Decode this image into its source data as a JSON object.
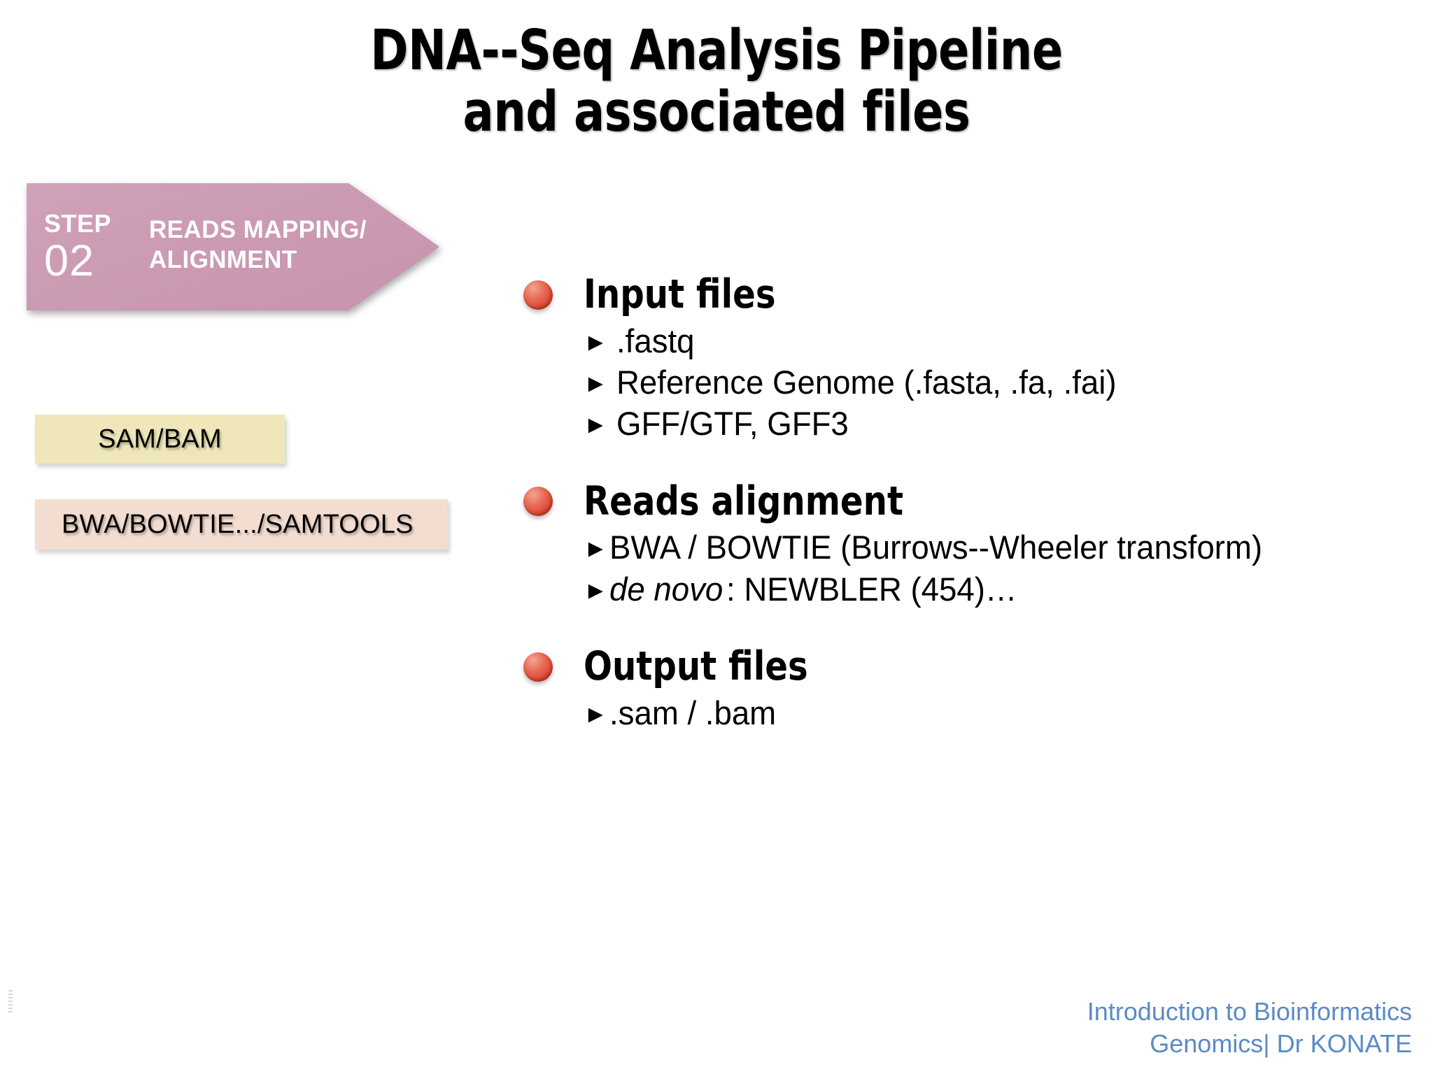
{
  "slide": {
    "title_lines": [
      "DNA--Seq Analysis Pipeline",
      "and associated files"
    ],
    "background_color": "#ffffff"
  },
  "step_banner": {
    "step_word": "STEP",
    "step_number": "02",
    "step_title_lines": [
      "READS MAPPING/",
      "ALIGNMENT"
    ],
    "fill_color": "#cb9ab3",
    "text_color": "#ffffff"
  },
  "tags": [
    {
      "label": "SAM/BAM",
      "color": "#efe7ba"
    },
    {
      "label": "BWA/BOWTIE.../SAMTOOLS",
      "color": "#f3ddd0"
    }
  ],
  "content": {
    "groups": [
      {
        "title": "Input files",
        "items": [
          {
            "marker": "►",
            "text": ".fastq"
          },
          {
            "marker": "►",
            "text": "Reference Genome (.fasta, .fa, .fai)"
          },
          {
            "marker": "►",
            "text": "GFF/GTF, GFF3"
          }
        ]
      },
      {
        "title": "Reads alignment",
        "items": [
          {
            "marker": "►",
            "text": "BWA / BOWTIE (Burrows--Wheeler transform)"
          },
          {
            "marker": "►",
            "text": "de novo",
            "text2": ": NEWBLER (454)…",
            "italic_first": true
          }
        ]
      },
      {
        "title": "Output files",
        "items": [
          {
            "marker": "►",
            "text": ".sam / .bam"
          }
        ]
      }
    ],
    "bullet_color": "#e2604a"
  },
  "footer": {
    "line1": "Introduction to Bioinformatics",
    "line2": "Genomics| Dr KONATE",
    "color": "#5b8ac6"
  }
}
